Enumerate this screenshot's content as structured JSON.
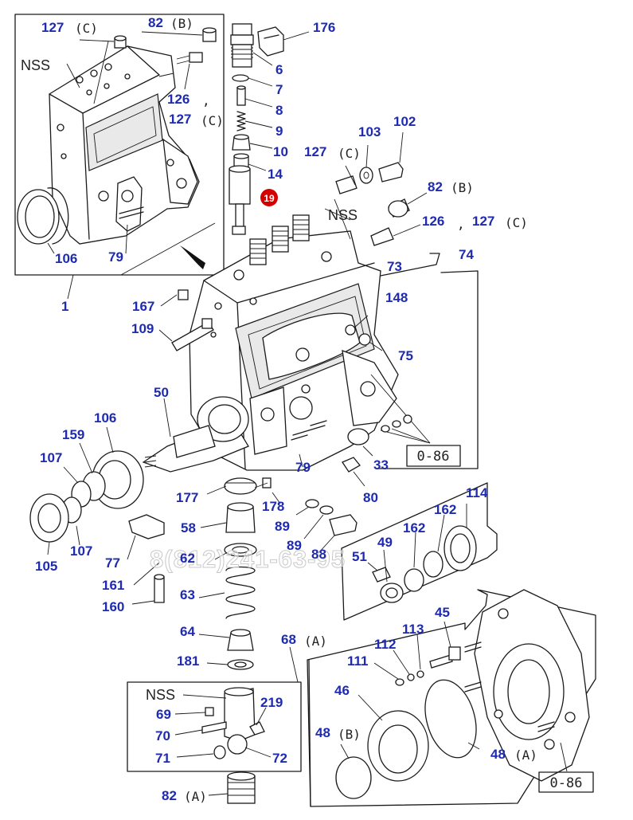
{
  "diagram": {
    "nss_label": "NSS",
    "box_label": "0-86",
    "watermark_phone": "8(812)241-63-95",
    "highlight_badge": "19",
    "callouts": {
      "c127c_top": {
        "num": "127",
        "code": "(C)"
      },
      "c82b_top": {
        "num": "82",
        "code": "(B)"
      },
      "c126_top": {
        "num": "126",
        "code": ","
      },
      "c127c_mid": {
        "num": "127",
        "code": "(C)"
      },
      "c106_top": {
        "num": "106"
      },
      "c79_top": {
        "num": "79"
      },
      "c1": {
        "num": "1"
      },
      "c176": {
        "num": "176"
      },
      "c6": {
        "num": "6"
      },
      "c7": {
        "num": "7"
      },
      "c8": {
        "num": "8"
      },
      "c9": {
        "num": "9"
      },
      "c10": {
        "num": "10"
      },
      "c14": {
        "num": "14"
      },
      "c127c_r": {
        "num": "127",
        "code": "(C)"
      },
      "c103": {
        "num": "103"
      },
      "c102": {
        "num": "102"
      },
      "c82b_r": {
        "num": "82",
        "code": "(B)"
      },
      "c126_r": {
        "num": "126",
        "code": ","
      },
      "c127c_r2": {
        "num": "127",
        "code": "(C)"
      },
      "c73": {
        "num": "73"
      },
      "c74": {
        "num": "74"
      },
      "c167": {
        "num": "167"
      },
      "c109": {
        "num": "109"
      },
      "c148": {
        "num": "148"
      },
      "c75": {
        "num": "75"
      },
      "c50": {
        "num": "50"
      },
      "c106": {
        "num": "106"
      },
      "c159": {
        "num": "159"
      },
      "c107a": {
        "num": "107"
      },
      "c79": {
        "num": "79"
      },
      "c33": {
        "num": "33"
      },
      "c177": {
        "num": "177"
      },
      "c178": {
        "num": "178"
      },
      "c80": {
        "num": "80"
      },
      "c114": {
        "num": "114"
      },
      "c162a": {
        "num": "162"
      },
      "c58": {
        "num": "58"
      },
      "c89a": {
        "num": "89"
      },
      "c49": {
        "num": "49"
      },
      "c162b": {
        "num": "162"
      },
      "c105": {
        "num": "105"
      },
      "c107b": {
        "num": "107"
      },
      "c77": {
        "num": "77"
      },
      "c62": {
        "num": "62"
      },
      "c89b": {
        "num": "89"
      },
      "c88": {
        "num": "88"
      },
      "c51": {
        "num": "51"
      },
      "c161": {
        "num": "161"
      },
      "c63": {
        "num": "63"
      },
      "c160": {
        "num": "160"
      },
      "c45": {
        "num": "45"
      },
      "c64": {
        "num": "64"
      },
      "c68a": {
        "num": "68",
        "code": "(A)"
      },
      "c113": {
        "num": "113"
      },
      "c112": {
        "num": "112"
      },
      "c181": {
        "num": "181"
      },
      "c111": {
        "num": "111"
      },
      "c46": {
        "num": "46"
      },
      "c69": {
        "num": "69"
      },
      "c219": {
        "num": "219"
      },
      "c70": {
        "num": "70"
      },
      "c48b": {
        "num": "48",
        "code": "(B)"
      },
      "c71": {
        "num": "71"
      },
      "c72": {
        "num": "72"
      },
      "c48a": {
        "num": "48",
        "code": "(A)"
      },
      "c82a": {
        "num": "82",
        "code": "(A)"
      }
    }
  }
}
